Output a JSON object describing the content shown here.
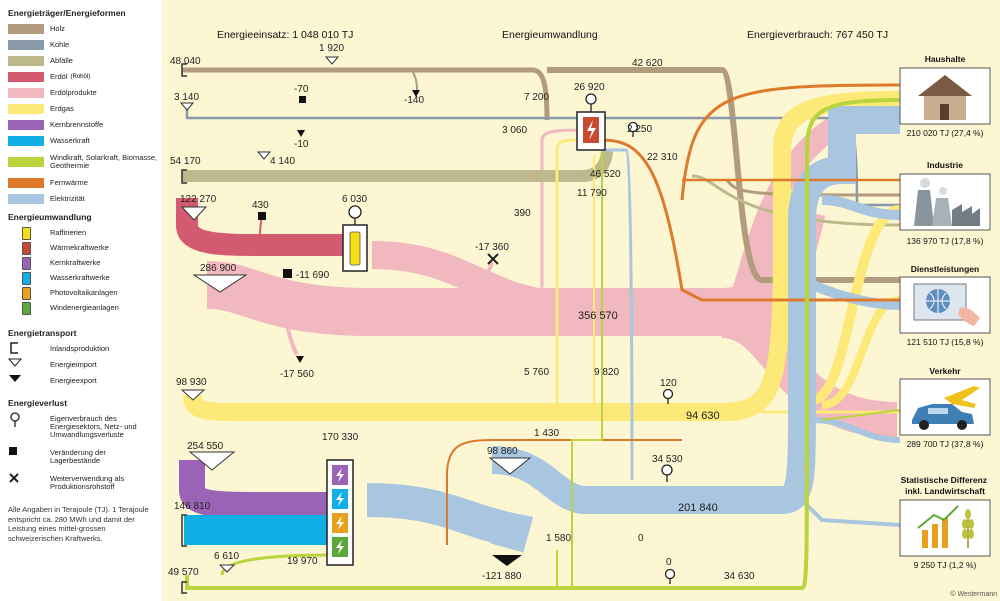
{
  "legend": {
    "carriers_title": "Energieträger/Energieformen",
    "carriers": [
      {
        "label": "Holz",
        "color": "#b39b7d"
      },
      {
        "label": "Kohle",
        "color": "#8b9aa9"
      },
      {
        "label": "Abfälle",
        "color": "#bdb98c"
      },
      {
        "label": "Erdöl",
        "sub": "(Rohöl)",
        "color": "#d45a6f"
      },
      {
        "label": "Erdölprodukte",
        "color": "#f2b8bf"
      },
      {
        "label": "Erdgas",
        "color": "#fde978"
      },
      {
        "label": "Kernbrennstoffe",
        "color": "#9b63b6"
      },
      {
        "label": "Wasserkraft",
        "color": "#12aee6"
      },
      {
        "label": "Windkraft, Solarkraft, Biomasse, Geothermie",
        "color": "#b9d43c"
      },
      {
        "label": "Fernwärme",
        "color": "#de7a2c"
      },
      {
        "label": "Elektrizität",
        "color": "#a9c6e0"
      }
    ],
    "conversion_title": "Energieumwandlung",
    "conversion": [
      {
        "label": "Raffinerien",
        "color": "#f4de16"
      },
      {
        "label": "Wärmekraftwerke",
        "color": "#c54b32"
      },
      {
        "label": "Kernkraftwerke",
        "color": "#9b63b6"
      },
      {
        "label": "Wasserkraftwerke",
        "color": "#12aee6"
      },
      {
        "label": "Photovoltaikanlagen",
        "color": "#e8a11f"
      },
      {
        "label": "Windenergieanlagen",
        "color": "#5da83a"
      }
    ],
    "transport_title": "Energietransport",
    "transport": [
      "Inlandsproduktion",
      "Energieimport",
      "Energieexport"
    ],
    "loss_title": "Energieverlust",
    "loss": [
      "Eigenverbrauch des Energiesektors, Netz- und Umwandlungsverluste",
      "Veränderung der Lagerbestände",
      "Weiterverwendung als Produktionsrohstoff"
    ],
    "note": "Alle Angaben in Terajoule (TJ). 1 Terajoule entspricht ca. 280 MWh und damit der Leistung eines mittel-grossen schweizerischen Kraftwerks."
  },
  "headers": {
    "input": "Energieeinsatz: 1 048 010 TJ",
    "conversion": "Energieumwandlung",
    "consumption": "Energieverbrauch: 767 450 TJ"
  },
  "sectors": [
    {
      "name": "Haushalte",
      "value": "210 020 TJ (27,4 %)",
      "icon": "house-icon"
    },
    {
      "name": "Industrie",
      "value": "136 970 TJ (17,8 %)",
      "icon": "factory-icon"
    },
    {
      "name": "Dienstleistungen",
      "value": "121 510 TJ (15,8 %)",
      "icon": "globe-screen-icon"
    },
    {
      "name": "Verkehr",
      "value": "289 700 TJ (37,8 %)",
      "icon": "car-plane-icon"
    },
    {
      "name": "Statistische Differenz inkl. Landwirtschaft",
      "value": "9 250 TJ (1,2 %)",
      "icon": "chart-wheat-icon"
    }
  ],
  "labels": {
    "holz_in": "48 040",
    "holz_import": "1 920",
    "holz_out": "42 620",
    "holz_loss": "-140",
    "kohle_in": "3 140",
    "kohle_stock": "-70",
    "kohle_loss": "-10",
    "abfall_in": "54 170",
    "abfall_import": "4 140",
    "waerme_in_holz": "7 200",
    "waerme_self": "26 920",
    "waerme_in_kohle": "3 060",
    "waerme_elec": "2 250",
    "waerme_fern": "22 310",
    "waerme_out": "46 520",
    "waerme_out2": "11 790",
    "oel_import": "122 270",
    "oel_stock": "430",
    "raff_self": "6 030",
    "raff_out": "390",
    "raff_loss": "-17 360",
    "prod_import": "286 900",
    "prod_stock": "-11 690",
    "prod_main": "356 570",
    "prod_export": "-17 560",
    "prod_a": "5 760",
    "prod_b": "9 820",
    "gas_import": "98 930",
    "gas_loss": "120",
    "gas_main": "94 630",
    "gas_fern": "1 430",
    "kern_import": "254 550",
    "kw_self": "170 330",
    "wasser_in": "146 810",
    "ren_import": "6 610",
    "ren_out": "19 970",
    "elec_export": "-121 880",
    "elec_import": "98 860",
    "elec_loss": "34 530",
    "elec_main": "201 840",
    "ren_in": "49 570",
    "ren_a": "1 580",
    "ren_b": "0",
    "ren_loss": "0",
    "ren_main": "34 630"
  },
  "copyright": "© Westermann"
}
